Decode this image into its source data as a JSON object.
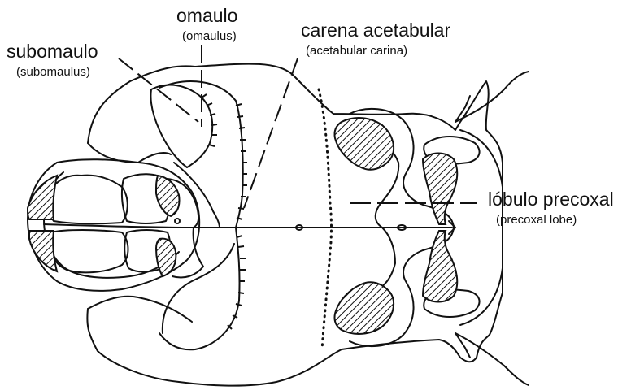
{
  "labels": {
    "omaulo": "omaulo",
    "omaulo_en": "(omaulus)",
    "subomaulo": "subomaulo",
    "subomaulo_en": "(subomaulus)",
    "carena": "carena acetabular",
    "carena_en": "(acetabular carina)",
    "lobulo": "lóbulo precoxal",
    "lobulo_en": "(precoxal lobe)"
  },
  "colors": {
    "ink": "#111111",
    "background": "#ffffff"
  }
}
